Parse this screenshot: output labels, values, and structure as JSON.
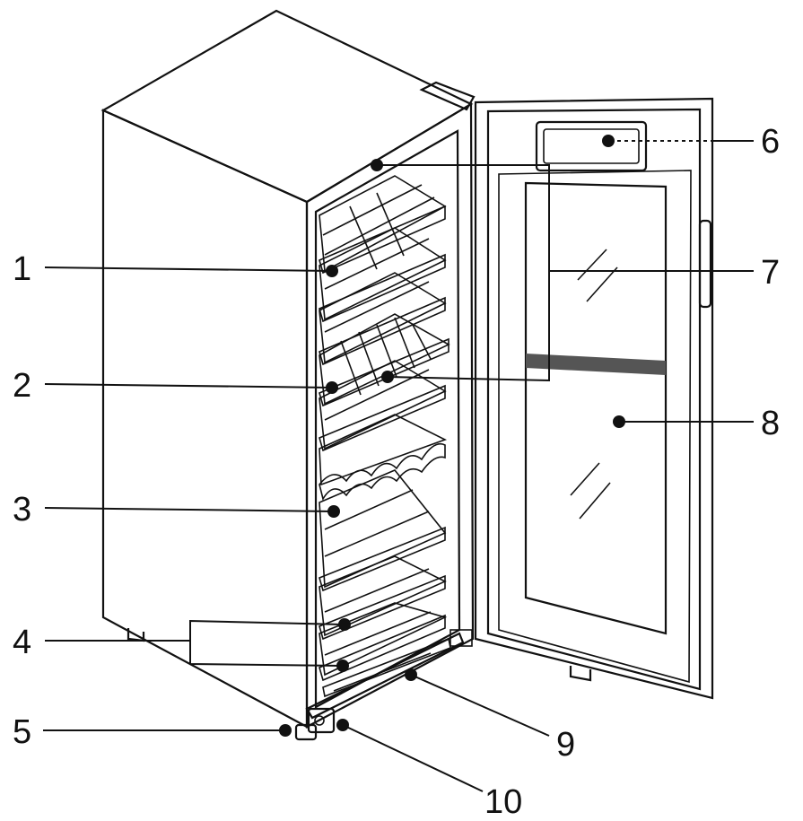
{
  "labels": {
    "l1": "1",
    "l2": "2",
    "l3": "3",
    "l4": "4",
    "l5": "5",
    "l6": "6",
    "l7": "7",
    "l8": "8",
    "l9": "9",
    "l10": "10"
  },
  "colors": {
    "line": "#111111",
    "background": "#ffffff",
    "seal": "#555555"
  }
}
